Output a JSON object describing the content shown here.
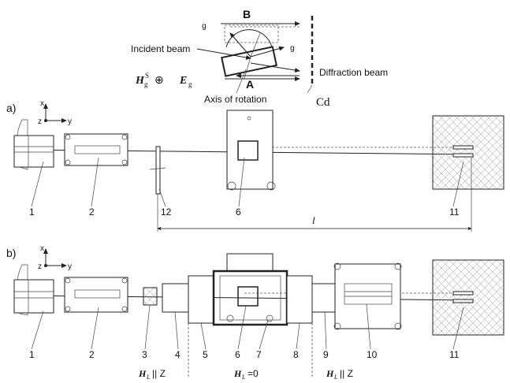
{
  "inset": {
    "label_B": "B",
    "label_A": "A",
    "label_g_left": "g",
    "label_g_right": "g",
    "incident_beam": "Incident beam",
    "diffraction_beam": "Diffraction beam",
    "axis_of_rotation": "Axis of rotation",
    "H_main": "H",
    "H_sub": "g",
    "H_sup": "S",
    "circle_plus": "⊕",
    "E_main": "E",
    "E_sub": "g",
    "cd": "Cd"
  },
  "panel_a": {
    "tag": "a)",
    "axis_x": "x",
    "axis_z": "z",
    "axis_y": "y",
    "length_label": "l",
    "numbers": [
      "1",
      "2",
      "12",
      "6",
      "11"
    ]
  },
  "panel_b": {
    "tag": "b)",
    "axis_x": "x",
    "axis_z": "z",
    "axis_y": "y",
    "numbers": [
      "1",
      "2",
      "3",
      "4",
      "5",
      "6",
      "7",
      "8",
      "9",
      "10",
      "11"
    ],
    "field_left": {
      "H": "H",
      "sub": "L",
      "rest": "|| Z"
    },
    "field_mid": {
      "H": "H",
      "sub": "L",
      "rest": "=0"
    },
    "field_right": {
      "H": "H",
      "sub": "L",
      "rest": "|| Z"
    }
  }
}
